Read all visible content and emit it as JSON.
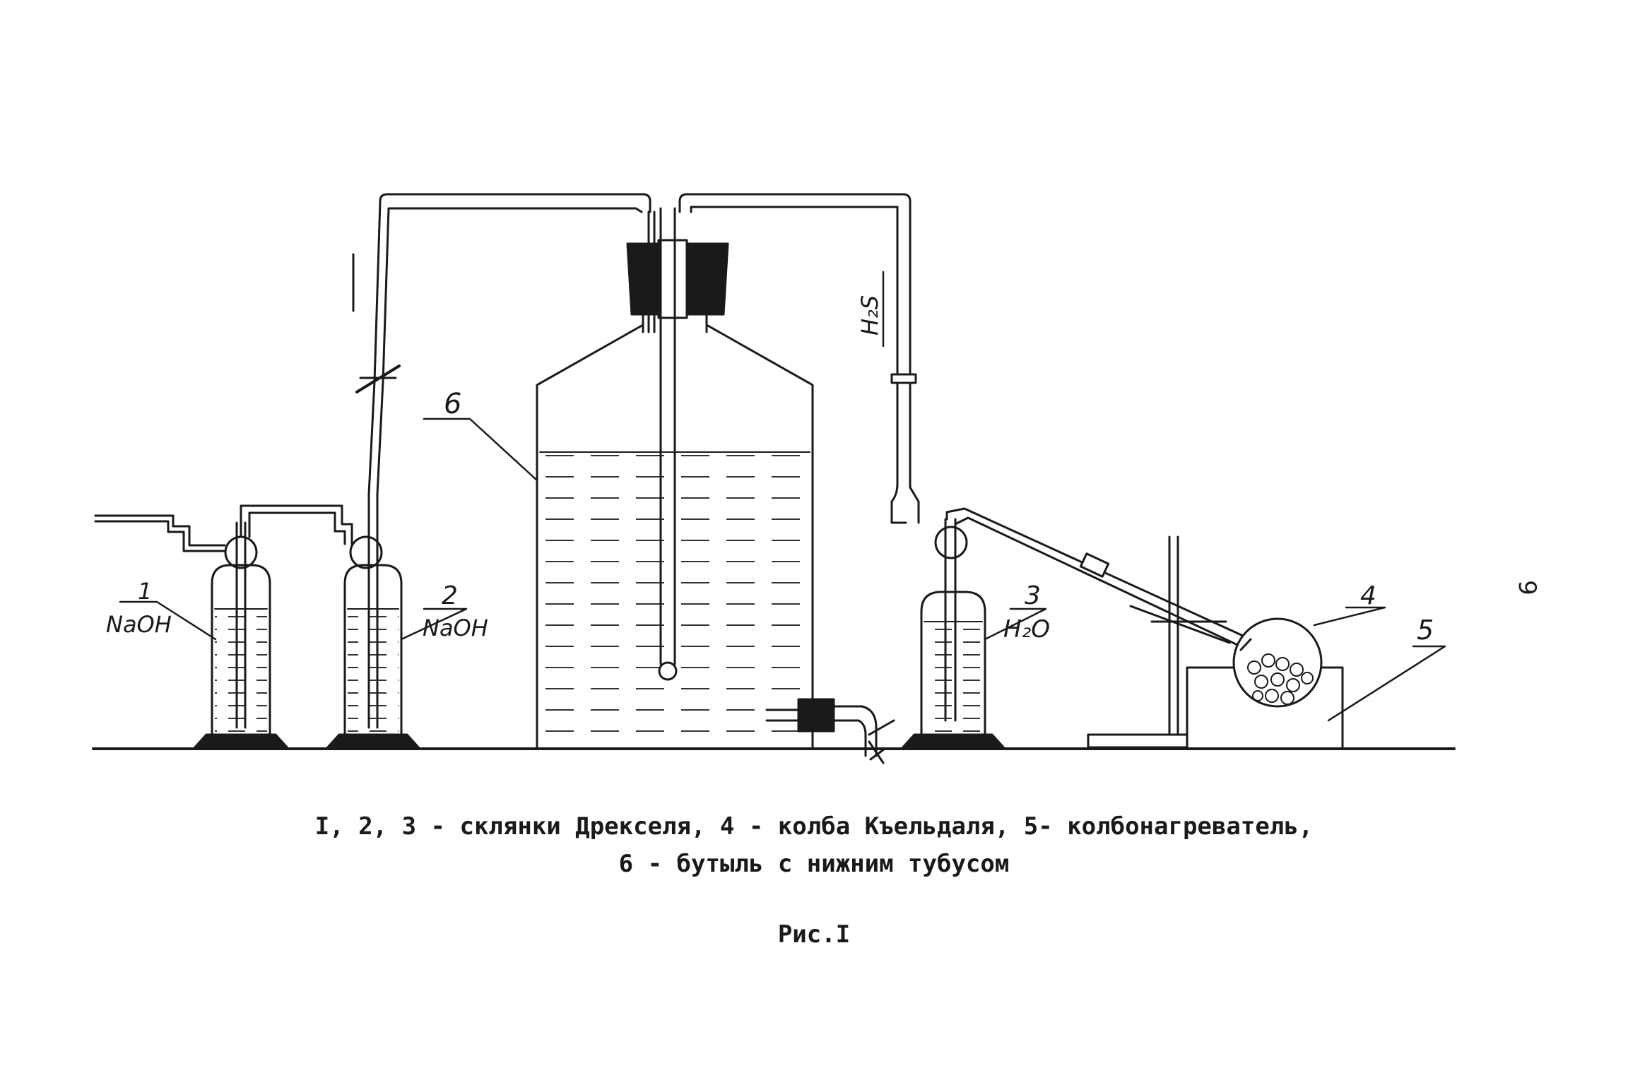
{
  "labels": {
    "flask1_num": "1",
    "flask1_reagent": "NaOH",
    "flask2_num": "2",
    "flask2_reagent": "NaOH",
    "flask3_num": "3",
    "flask3_reagent": "H₂O",
    "kjeldahl_num": "4",
    "heater_num": "5",
    "bottle_num": "6",
    "gas_label": "H₂S"
  },
  "caption": {
    "line1": "I, 2, 3 - склянки Дрекселя, 4 -  колба Къельдаля, 5- колбонагреватель,",
    "line2": "6 - бутыль с нижним тубусом",
    "figure": "Рис.I"
  },
  "page_number": "9"
}
